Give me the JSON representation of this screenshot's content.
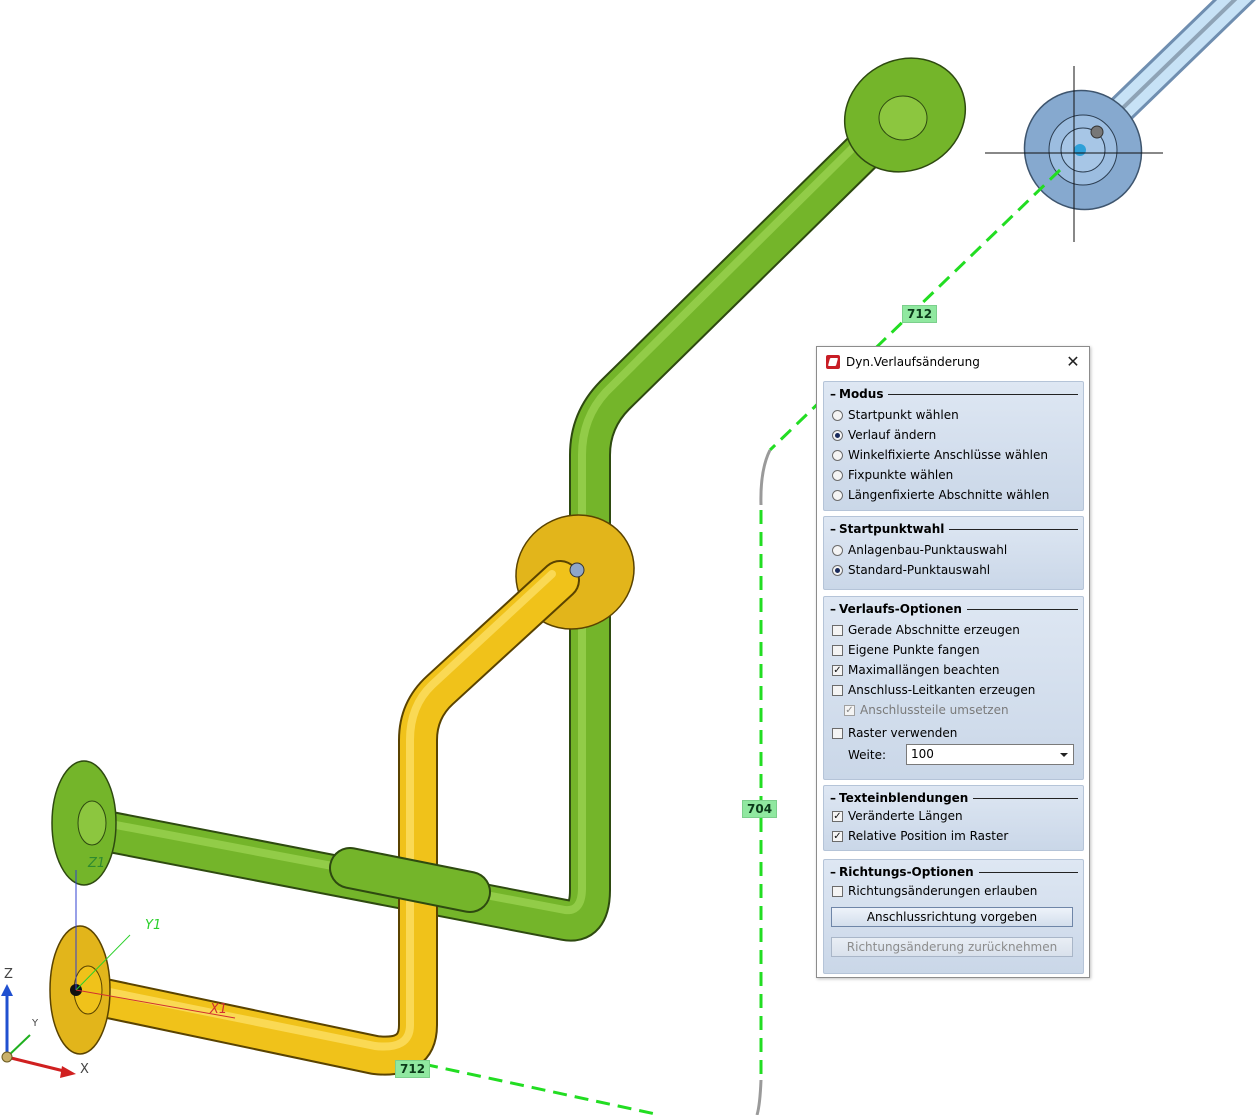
{
  "viewport": {
    "dimension_labels": {
      "top": "712",
      "side": "704",
      "bottom": "712"
    },
    "local_axes": {
      "z": "Z1",
      "y": "Y1",
      "x": "X1"
    },
    "global_axes": {
      "z": "Z",
      "y": "Y",
      "x": "X"
    }
  },
  "dialog": {
    "title": "Dyn.Verlaufsänderung",
    "close": "✕",
    "modus": {
      "heading": "Modus",
      "options": [
        {
          "label": "Startpunkt wählen",
          "selected": false
        },
        {
          "label": "Verlauf ändern",
          "selected": true
        },
        {
          "label": "Winkelfixierte Anschlüsse wählen",
          "selected": false
        },
        {
          "label": "Fixpunkte wählen",
          "selected": false
        },
        {
          "label": "Längenfixierte Abschnitte wählen",
          "selected": false
        }
      ]
    },
    "startpunktwahl": {
      "heading": "Startpunktwahl",
      "options": [
        {
          "label": "Anlagenbau-Punktauswahl",
          "selected": false
        },
        {
          "label": "Standard-Punktauswahl",
          "selected": true
        }
      ]
    },
    "verlaufs_optionen": {
      "heading": "Verlaufs-Optionen",
      "items": [
        {
          "label": "Gerade Abschnitte erzeugen",
          "checked": false
        },
        {
          "label": "Eigene Punkte fangen",
          "checked": false
        },
        {
          "label": "Maximallängen beachten",
          "checked": true
        },
        {
          "label": "Anschluss-Leitkanten erzeugen",
          "checked": false
        },
        {
          "label": "Anschlussteile umsetzen",
          "checked": true,
          "disabled": true
        },
        {
          "label": "Raster verwenden",
          "checked": false
        }
      ],
      "weite_label": "Weite:",
      "weite_value": "100"
    },
    "texteinblendungen": {
      "heading": "Texteinblendungen",
      "items": [
        {
          "label": "Veränderte Längen",
          "checked": true
        },
        {
          "label": "Relative Position im Raster",
          "checked": true
        }
      ]
    },
    "richtungs_optionen": {
      "heading": "Richtungs-Optionen",
      "items": [
        {
          "label": "Richtungsänderungen erlauben",
          "checked": false
        }
      ],
      "button_primary": "Anschlussrichtung vorgeben",
      "button_disabled": "Richtungsänderung zurücknehmen"
    },
    "check_mark": "✓"
  },
  "colors": {
    "green_pipe": "#74b52a",
    "yellow_pipe": "#f0c21a",
    "blue_flange": "#8fb1d6",
    "dim_line": "#22dd22"
  }
}
